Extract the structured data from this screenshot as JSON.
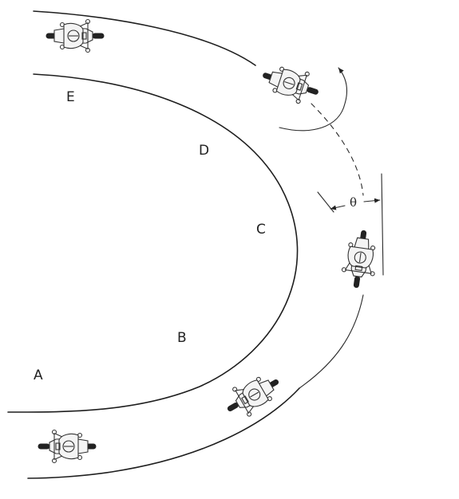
{
  "labels": {
    "A": "A",
    "B": "B",
    "C": "C",
    "D": "D",
    "E": "E",
    "theta": "θ"
  },
  "icons": {
    "rider": "motorcycle-rider-icon",
    "arrow": "direction-arrow-icon"
  }
}
